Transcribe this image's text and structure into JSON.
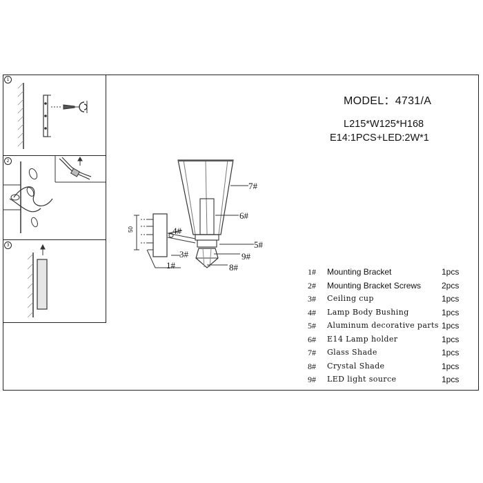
{
  "model": "MODEL：4731/A",
  "specs": [
    "L215*W125*H168",
    "E14:1PCS+LED:2W*1"
  ],
  "steps": [
    "1",
    "2",
    "3"
  ],
  "dimension": "50",
  "callouts": {
    "c1": "1#",
    "c3": "3#",
    "c4": "4#",
    "c5": "5#",
    "c6": "6#",
    "c7": "7#",
    "c8": "8#",
    "c9": "9#"
  },
  "parts": [
    {
      "num": "1#",
      "name": "Mounting Bracket",
      "qty": "1pcs"
    },
    {
      "num": "2#",
      "name": "Mounting Bracket  Screws",
      "qty": "2pcs"
    },
    {
      "num": "3#",
      "name": "Ceiling cup",
      "qty": "1pcs"
    },
    {
      "num": "4#",
      "name": "Lamp Body Bushing",
      "qty": "1pcs"
    },
    {
      "num": "5#",
      "name": "Aluminum decorative parts",
      "qty": "1pcs"
    },
    {
      "num": "6#",
      "name": "E14 Lamp holder",
      "qty": "1pcs"
    },
    {
      "num": "7#",
      "name": "Glass Shade",
      "qty": "1pcs"
    },
    {
      "num": "8#",
      "name": "Crystal Shade",
      "qty": "1pcs"
    },
    {
      "num": "9#",
      "name": "LED light source",
      "qty": "1pcs"
    }
  ]
}
